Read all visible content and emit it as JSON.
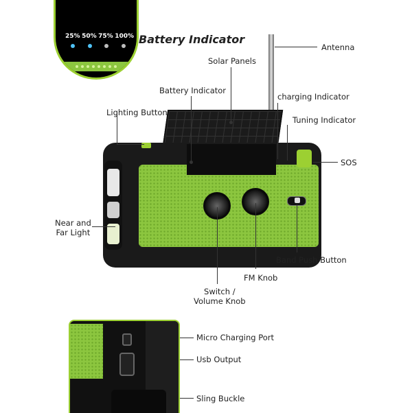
{
  "title": "Battery Indicator",
  "zoom": {
    "percentages": [
      "25%",
      "50%",
      "75%",
      "100%"
    ],
    "dot_colors": [
      "#4fc3f7",
      "#4fc3f7",
      "#bdbdbd",
      "#bdbdbd"
    ]
  },
  "labels": {
    "antenna": "Antenna",
    "solar_panels": "Solar Panels",
    "battery_indicator": "Battery Indicator",
    "charging_indicator": "charging Indicator",
    "lighting_button": "Lighting Button",
    "tuning_indicator": "Tuning Indicator",
    "sos": "SOS",
    "near_far_light_1": "Near and",
    "near_far_light_2": "Far Light",
    "band_push_button": "Band Push Button",
    "fm_knob": "FM Knob",
    "switch_volume_1": "Switch /",
    "switch_volume_2": "Volume Knob",
    "micro_charging_port": "Micro Charging Port",
    "usb_output": "Usb Output",
    "sling_buckle": "Sling Buckle"
  },
  "colors": {
    "accent_green": "#8cc63f"
  }
}
